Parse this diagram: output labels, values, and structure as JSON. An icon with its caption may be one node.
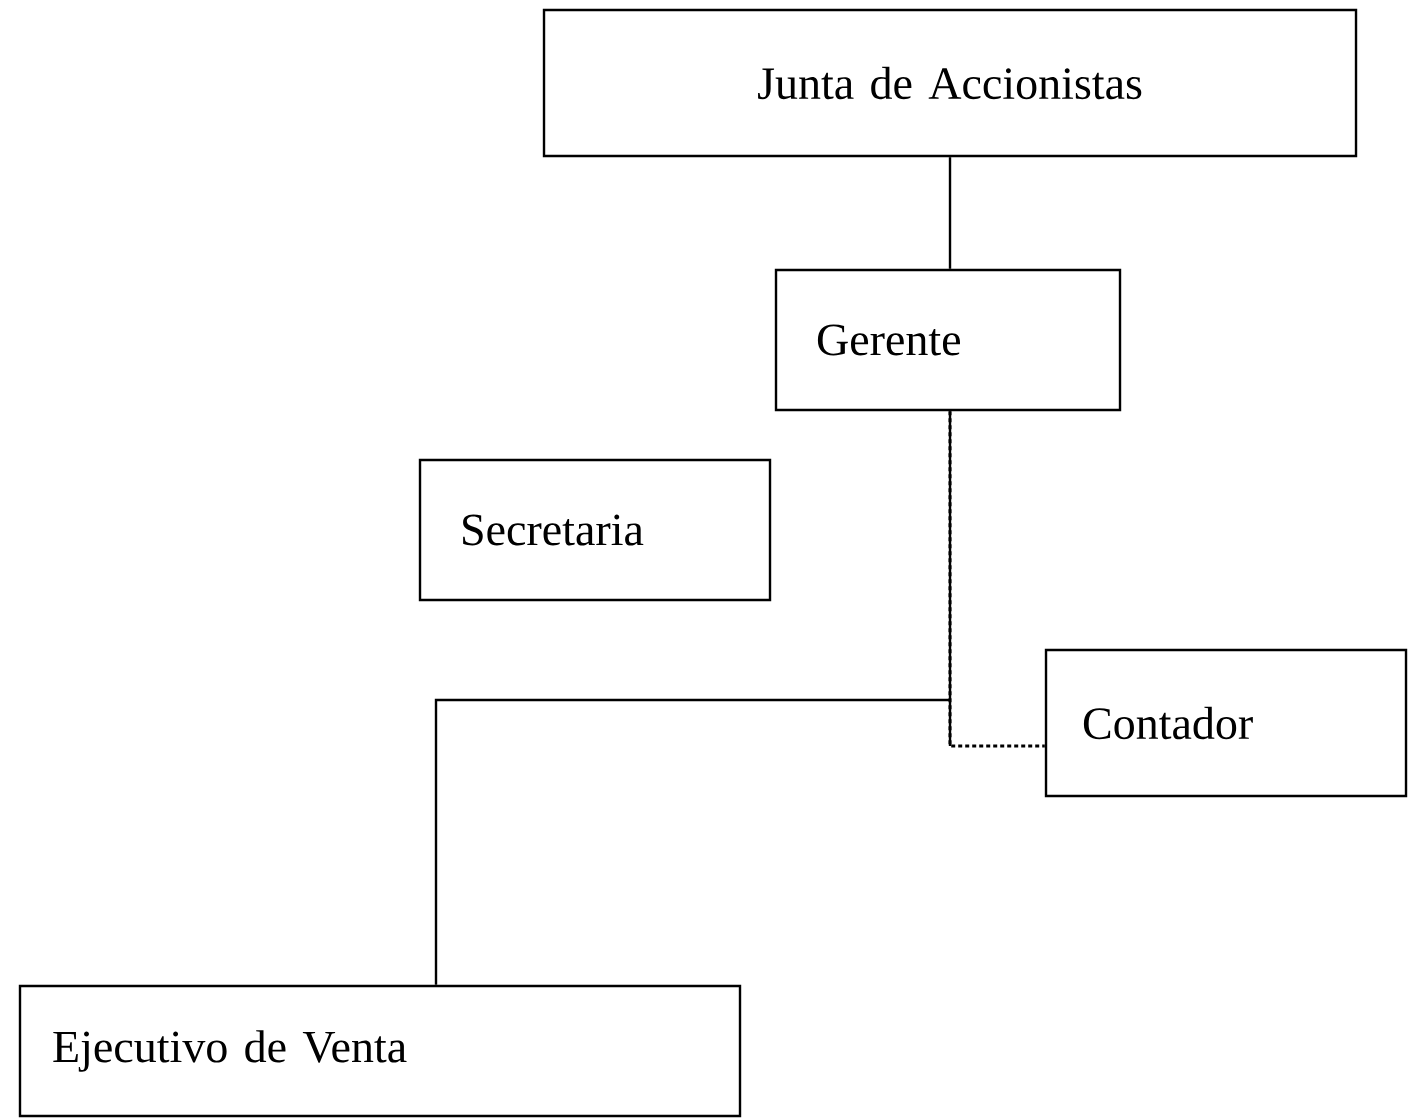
{
  "diagram": {
    "nodes": [
      {
        "text": [
          "Junta de Accionistas"
        ]
      },
      {
        "text": [
          "Gerente"
        ]
      },
      {
        "text": [
          "Secretaria"
        ]
      },
      {
        "text": [
          "Contador"
        ]
      },
      {
        "text": [
          "Ejecutivo de Venta"
        ]
      }
    ],
    "edges": [
      {
        "from": 0,
        "to": 1,
        "arrow": "none"
      },
      {
        "from": 1,
        "to": 4,
        "arrow": "none"
      },
      {
        "from": 1,
        "to": 3,
        "arrow": "none",
        "style": "dashed"
      }
    ]
  }
}
